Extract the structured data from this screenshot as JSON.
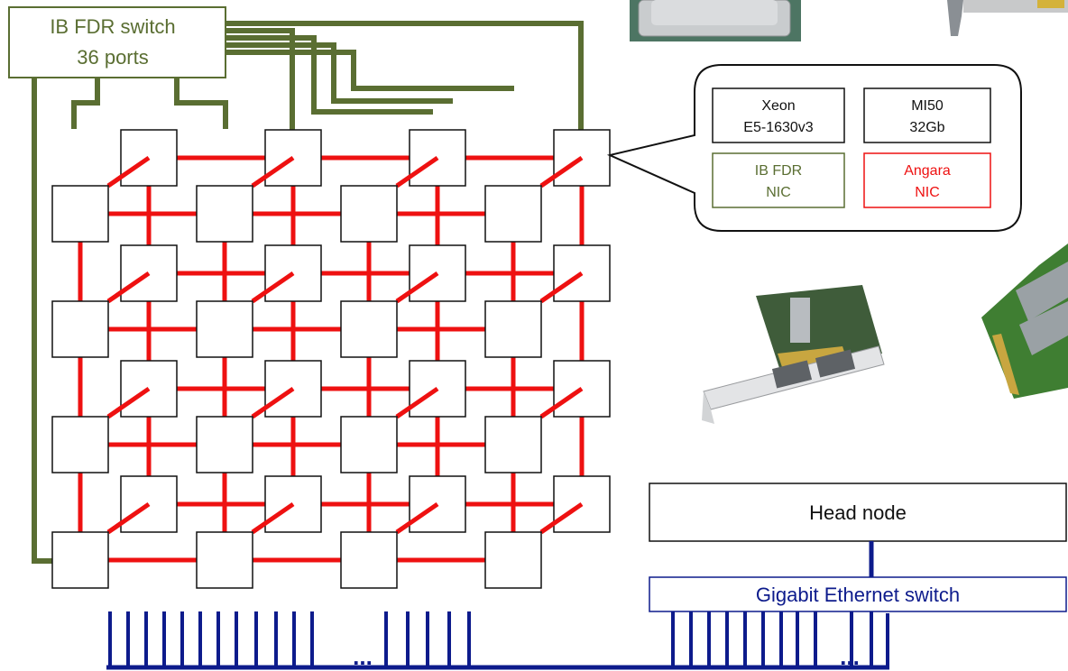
{
  "switch": {
    "line1": "IB FDR switch",
    "line2": "36 ports"
  },
  "callout": {
    "cpu": {
      "line1": "Xeon",
      "line2": "E5-1630v3"
    },
    "gpu": {
      "line1": "MI50",
      "line2": "32Gb"
    },
    "ib_nic": {
      "line1": "IB FDR",
      "line2": "NIC"
    },
    "angara_nic": {
      "line1": "Angara",
      "line2": "NIC"
    }
  },
  "head_node": {
    "label": "Head node"
  },
  "eth_switch": {
    "label": "Gigabit Ethernet switch"
  },
  "ellipsis": "...",
  "torus": {
    "cols": 4,
    "rows": 4,
    "layers": 2
  },
  "colors": {
    "ib": "#5a6e32",
    "angara": "#ee1111",
    "ethernet": "#0d1b8c",
    "box_border": "#111111"
  },
  "images": [
    {
      "name": "cpu-photo"
    },
    {
      "name": "gpu-photo"
    },
    {
      "name": "ib-nic-photo"
    },
    {
      "name": "angara-nic-photo"
    }
  ]
}
